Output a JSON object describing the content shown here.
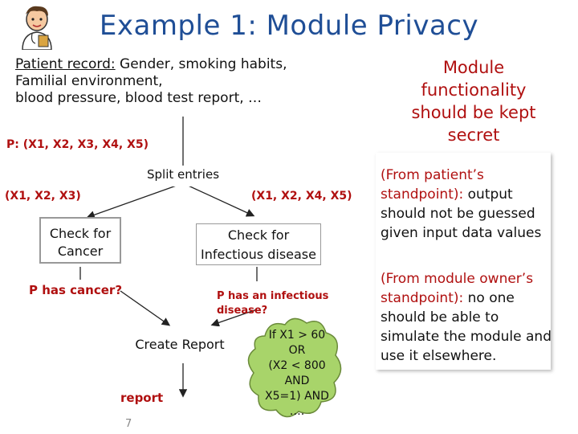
{
  "title": "Example 1: Module Privacy",
  "patient": {
    "label": "Patient record:",
    "line1": " Gender, smoking habits,",
    "line2": "Familial environment,",
    "line3": "blood pressure, blood test report, …"
  },
  "p_def": "P: (X1, X2, X3, X4, X5)",
  "split_entries": "Split entries",
  "left_branch": "(X1, X2, X3)",
  "right_branch": "(X1, X2, X4, X5)",
  "check_cancer": {
    "line1": "Check for",
    "line2": "Cancer"
  },
  "check_infectious": {
    "line1": "Check for",
    "line2": "Infectious disease"
  },
  "p_has_cancer": "P has cancer?",
  "p_has_infectious": {
    "line1": "P has an   infectious",
    "line2": "disease?"
  },
  "create_report": "Create Report",
  "report": "report",
  "cloud": {
    "line1": "If X1 > 60",
    "line2": "OR",
    "line3": "(X2 < 800",
    "line4": "AND",
    "line5": "X5=1) AND",
    "line6": "…."
  },
  "module_note": {
    "line1": "Module",
    "line2": "functionality",
    "line3": "should be kept",
    "line4": "secret"
  },
  "patient_view": {
    "highlight": "(From patient’s standpoint):",
    "text": " output should not be guessed given input data values"
  },
  "owner_view": {
    "highlight": "(From module owner’s standpoint):",
    "text": " no one should  be able to simulate the module and use it elsewhere."
  },
  "slide_number": "7",
  "colors": {
    "title": "#1f4e96",
    "accent_red": "#b01010",
    "cloud": "#a8d46a"
  }
}
